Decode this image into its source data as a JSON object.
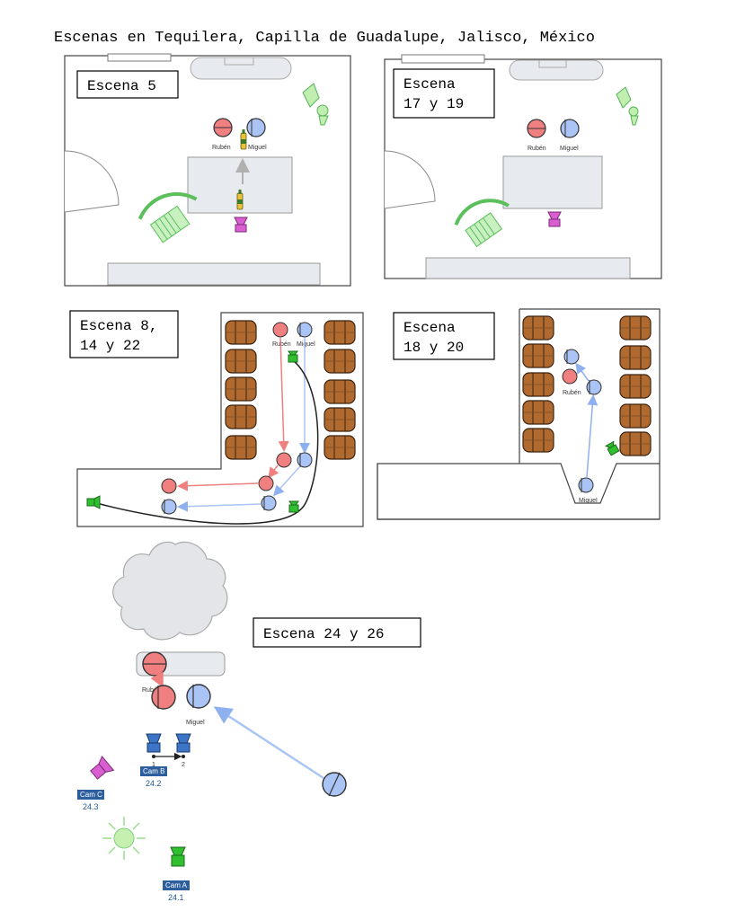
{
  "title": "Escenas en Tequilera, Capilla de Guadalupe, Jalisco, México",
  "colors": {
    "ruben": "#f08080",
    "miguel": "#a9c4f5",
    "green": "#9be39b",
    "magenta": "#d95fd0",
    "camBlue": "#3c74c8",
    "table": "#e7eaee",
    "barrel": "#b06a30"
  },
  "scenes": {
    "s5": {
      "label": "Escena 5",
      "ruben": "Rubén",
      "miguel": "Miguel"
    },
    "s17": {
      "label_line1": "Escena",
      "label_line2": "17 y 19",
      "ruben": "Rubén",
      "miguel": "Miguel"
    },
    "s8": {
      "label_line1": "Escena 8,",
      "label_line2": "14 y 22",
      "ruben": "Rubén",
      "miguel": "Miguel"
    },
    "s18": {
      "label_line1": "Escena",
      "label_line2": "18 y 20",
      "ruben": "Rubén",
      "miguel": "Miguel"
    },
    "s24": {
      "label": "Escena 24 y 26",
      "ruben": "Rubén",
      "miguel": "Miguel",
      "cams": [
        {
          "tag": "Cam A",
          "num": "24.1"
        },
        {
          "tag": "Cam B",
          "num": "24.2"
        },
        {
          "tag": "Cam C",
          "num": "24.3"
        }
      ],
      "track_marks": [
        "1",
        "2"
      ]
    }
  }
}
